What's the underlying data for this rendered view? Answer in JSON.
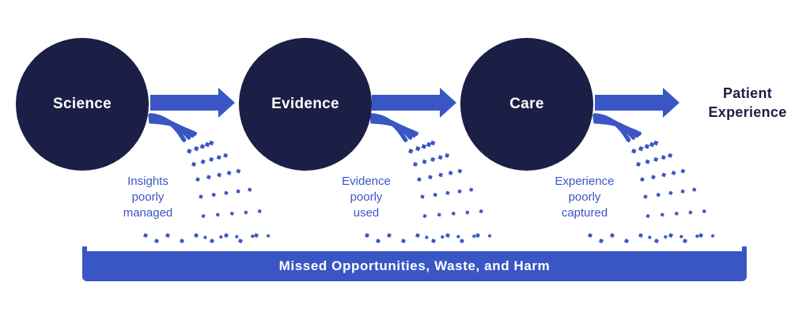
{
  "nodes": [
    {
      "label": "Science"
    },
    {
      "label": "Evidence"
    },
    {
      "label": "Care"
    }
  ],
  "final": {
    "line1": "Patient",
    "line2": "Experience"
  },
  "leaks": [
    {
      "line1": "Insights",
      "line2": "poorly",
      "line3": "managed"
    },
    {
      "line1": "Evidence",
      "line2": "poorly",
      "line3": "used"
    },
    {
      "line1": "Experience",
      "line2": "poorly",
      "line3": "captured"
    }
  ],
  "basin": {
    "label": "Missed Opportunities, Waste, and Harm"
  },
  "colors": {
    "node": "#1b1f45",
    "accent": "#3a56c4",
    "text_dark": "#1b1f45"
  },
  "icons": {
    "flow_arrow": "right-arrow-icon",
    "droplet": "square-dot-icon"
  }
}
